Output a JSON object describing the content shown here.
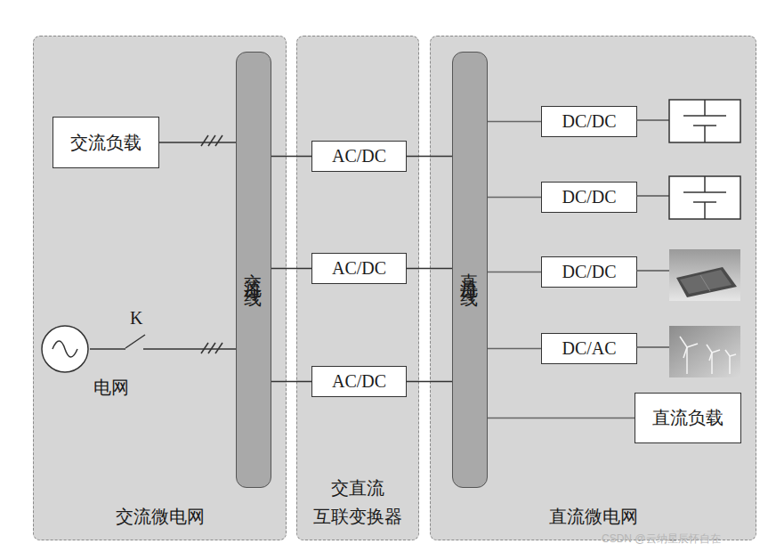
{
  "diagram": {
    "nodes": [
      {
        "text": [
          "交流微电网"
        ]
      },
      {
        "text": [
          "交流负载"
        ],
        "in": 0
      },
      {
        "text": [
          "交流母线"
        ],
        "in": 0
      },
      {
        "text": [
          "电网"
        ],
        "in": 0
      },
      {
        "text": [
          "交直流 互联变换器"
        ]
      },
      {
        "text": [
          "AC/DC"
        ],
        "in": 4
      },
      {
        "text": [
          "AC/DC"
        ],
        "in": 4
      },
      {
        "text": [
          "AC/DC"
        ],
        "in": 4
      },
      {
        "text": [
          "直流微电网"
        ]
      },
      {
        "text": [
          "直流母线"
        ],
        "in": 8
      },
      {
        "text": [
          "DC/DC"
        ],
        "in": 8
      },
      {
        "text": [
          "DC/DC"
        ],
        "in": 8
      },
      {
        "text": [
          "DC/DC"
        ],
        "in": 8
      },
      {
        "text": [
          "DC/AC"
        ],
        "in": 8
      },
      {
        "text": [
          "直流负载"
        ],
        "in": 8
      }
    ],
    "edges": [
      {
        "from": 1,
        "to": 2,
        "arrow": "none"
      },
      {
        "from": 3,
        "to": 2,
        "arrow": "none"
      },
      {
        "from": 2,
        "to": 5,
        "arrow": "none"
      },
      {
        "from": 2,
        "to": 6,
        "arrow": "none"
      },
      {
        "from": 2,
        "to": 7,
        "arrow": "none"
      },
      {
        "from": 5,
        "to": 9,
        "arrow": "none"
      },
      {
        "from": 6,
        "to": 9,
        "arrow": "none"
      },
      {
        "from": 7,
        "to": 9,
        "arrow": "none"
      },
      {
        "from": 9,
        "to": 10,
        "arrow": "none"
      },
      {
        "from": 9,
        "to": 11,
        "arrow": "none"
      },
      {
        "from": 9,
        "to": 12,
        "arrow": "none"
      },
      {
        "from": 9,
        "to": 13,
        "arrow": "none"
      },
      {
        "from": 9,
        "to": 14,
        "arrow": "none"
      }
    ],
    "labels": [
      "K",
      "CSDN @云纳星辰怀自在"
    ]
  }
}
